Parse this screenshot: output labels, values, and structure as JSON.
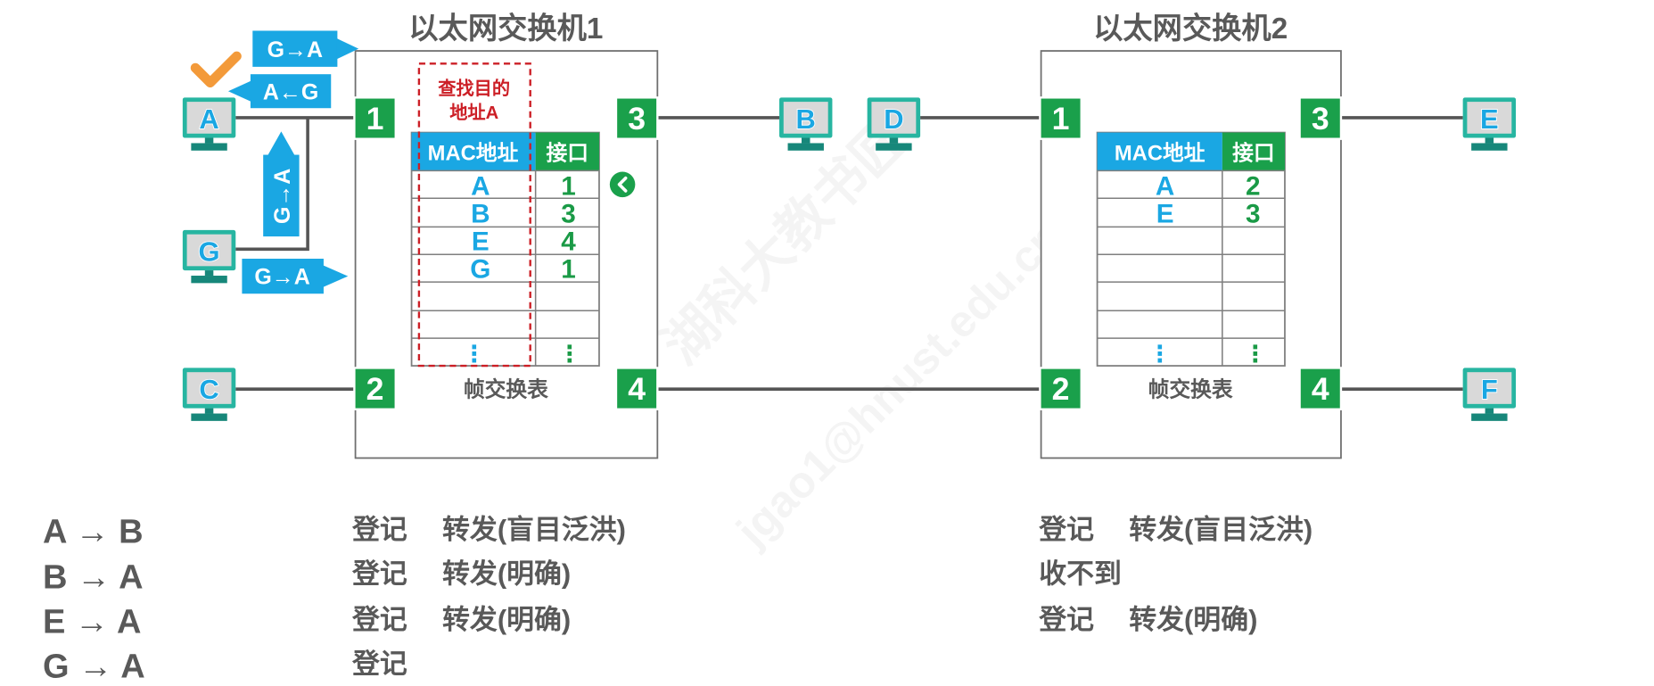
{
  "colors": {
    "port_green": "#1aa04b",
    "header_blue": "#1aa7e3",
    "header_green": "#1aa04b",
    "mac_text_blue": "#1aa7e3",
    "port_text_green": "#1a9a46",
    "frame_blue": "#1aa7e3",
    "monitor_teal": "#27b5a1",
    "search_red": "#cc1f26",
    "check_orange": "#f39a3a",
    "text_gray": "#595959",
    "line_gray": "#555555"
  },
  "switch1": {
    "title": "以太网交换机1",
    "ports": {
      "p1": "1",
      "p2": "2",
      "p3": "3",
      "p4": "4"
    },
    "table": {
      "caption": "帧交换表",
      "headers": {
        "mac": "MAC地址",
        "port": "接口"
      },
      "rows": [
        {
          "mac": "A",
          "port": "1"
        },
        {
          "mac": "B",
          "port": "3"
        },
        {
          "mac": "E",
          "port": "4"
        },
        {
          "mac": "G",
          "port": "1"
        }
      ],
      "ellipsis": {
        "mac": "⋮",
        "port": "⋮"
      }
    },
    "search_note": {
      "line1": "查找目的",
      "line2": "地址A"
    },
    "row_pointer_icon": "chevron-left-icon"
  },
  "switch2": {
    "title": "以太网交换机2",
    "ports": {
      "p1": "1",
      "p2": "2",
      "p3": "3",
      "p4": "4"
    },
    "table": {
      "caption": "帧交换表",
      "headers": {
        "mac": "MAC地址",
        "port": "接口"
      },
      "rows": [
        {
          "mac": "A",
          "port": "2"
        },
        {
          "mac": "E",
          "port": "3"
        }
      ],
      "ellipsis": {
        "mac": "⋮",
        "port": "⋮"
      }
    }
  },
  "hosts": {
    "A": "A",
    "B": "B",
    "C": "C",
    "D": "D",
    "E": "E",
    "F": "F",
    "G": "G"
  },
  "host_icon": "monitor-icon",
  "frames": {
    "top_right": "G→A",
    "top_left": "A←G",
    "vertical_up": "G→A",
    "g_right": "G→A"
  },
  "check_icon": "checkmark-icon",
  "events": [
    {
      "frame": "A → B",
      "switch1": {
        "register": "登记",
        "forward": "转发(盲目泛洪)"
      },
      "switch2": {
        "register": "登记",
        "forward": "转发(盲目泛洪)"
      }
    },
    {
      "frame": "B → A",
      "switch1": {
        "register": "登记",
        "forward": "转发(明确)"
      },
      "switch2": {
        "status": "收不到"
      }
    },
    {
      "frame": "E → A",
      "switch1": {
        "register": "登记",
        "forward": "转发(明确)"
      },
      "switch2": {
        "register": "登记",
        "forward": "转发(明确)"
      }
    },
    {
      "frame": "G → A",
      "switch1": {
        "register": "登记"
      }
    }
  ],
  "watermark": {
    "author": "湖科大教书匠",
    "email": "jgao1@hnust.edu.cn"
  }
}
